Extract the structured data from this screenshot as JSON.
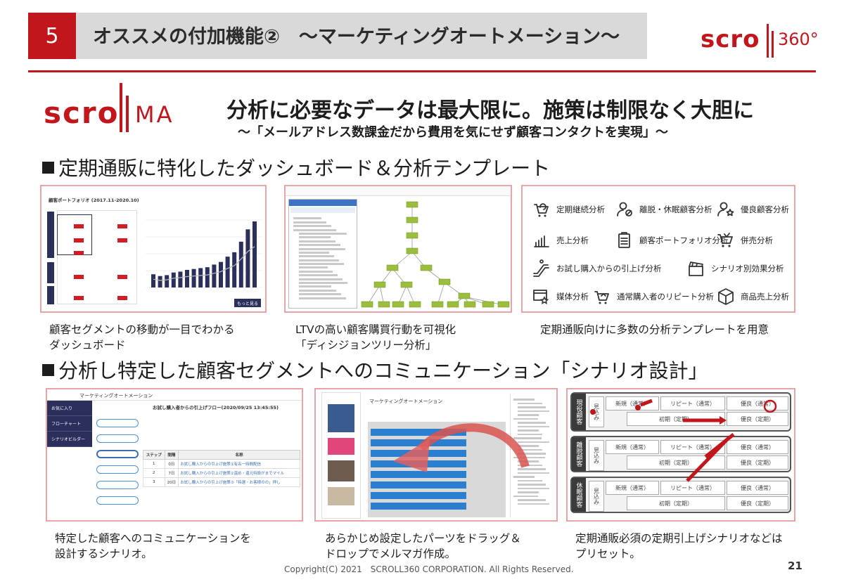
{
  "header": {
    "section_number": "5",
    "title": "オススメの付加機能②　～マーケティングオートメーション～",
    "logo_word": "scro",
    "logo_suffix": "360°"
  },
  "product_logo": {
    "word": "scro",
    "suffix": "MA"
  },
  "headline": "分析に必要なデータは最大限に。施策は制限なく大胆に",
  "subheadline": "～「メールアドレス数課金だから費用を気にせず顧客コンタクトを実現」～",
  "section1": {
    "title": "定期通販に特化したダッシュボード＆分析テンプレート",
    "panels": [
      {
        "dashboard_title": "顧客ポートフォリオ (2017.11-2020.10)",
        "button": "もっと見る",
        "caption_line1": "顧客セグメントの移動が一目でわかる",
        "caption_line2": "ダッシュボード",
        "bars": [
          30,
          26,
          28,
          34,
          36,
          40,
          42,
          44,
          46,
          52,
          58,
          70,
          80,
          104,
          132,
          150
        ]
      },
      {
        "caption_line1": "LTVの高い顧客購買行動を可視化",
        "caption_line2": "「ディシジョンツリー分析」"
      },
      {
        "caption_line1": "定期通販向けに多数の分析テンプレートを用意",
        "features": [
          {
            "icon": "cart-cycle-icon",
            "label": "定期継続分析"
          },
          {
            "icon": "user-leave-icon",
            "label": "離脱・休眠顧客分析"
          },
          {
            "icon": "user-star-icon",
            "label": "優良顧客分析"
          },
          {
            "icon": "bar-chart-icon",
            "label": "売上分析"
          },
          {
            "icon": "clipboard-icon",
            "label": "顧客ポートフォリオ分析"
          },
          {
            "icon": "cart-icon",
            "label": "併売分析"
          },
          {
            "icon": "escalator-icon",
            "label": "お試し購入からの引上げ分析"
          },
          {
            "icon": "clapper-icon",
            "label": "シナリオ別効果分析"
          },
          {
            "icon": "browser-star-icon",
            "label": "媒体分析"
          },
          {
            "icon": "cart-repeat-icon",
            "label": "通常購入者のリピート分析"
          },
          {
            "icon": "box-icon",
            "label": "商品売上分析"
          }
        ]
      }
    ]
  },
  "section2": {
    "title": "分析し特定した顧客セグメントへのコミュニケーション「シナリオ設計」",
    "panels": [
      {
        "app_title": "マーケティングオートメーション",
        "flow_title": "お試し購入者からの引上げフロー(2020/09/25 13:45:55)",
        "side_items": [
          "お気に入り",
          "フローチャート",
          "シナリオビルダー"
        ],
        "table_headers": [
          "ステップ",
          "間隔",
          "名称"
        ],
        "table_rows": [
          [
            "1",
            "0日",
            "お試し購入からの引上げ施策①有名一時間配信"
          ],
          [
            "2",
            "7日",
            "お試し購入からの引上げ施策②温め・還元特設がまでマイル"
          ],
          [
            "3",
            "20日",
            "お試し購入からの引上げ施策③「特選・お客様のの」押し"
          ]
        ],
        "caption_line1": "特定した顧客へのコミュニケーションを",
        "caption_line2": "設計するシナリオ。"
      },
      {
        "app_title": "マーケティングオートメーション",
        "caption_line1": "あらかじめ設定したパーツをドラッグ＆",
        "caption_line2": "ドロップでメルマガ作成。"
      },
      {
        "rows": [
          {
            "tag": "現役顧客",
            "cells": [
              "見込み",
              "新規（通常）",
              "リピート（通常）",
              "優良（通常）",
              "初期（定期）",
              "優良（定期）"
            ]
          },
          {
            "tag": "離脱顧客",
            "cells": [
              "見込み",
              "新規（通常）",
              "リピート（通常）",
              "優良（通常）",
              "初期（定期）",
              "優良（定期）"
            ]
          },
          {
            "tag": "休眠顧客",
            "cells": [
              "見込み",
              "新規（通常）",
              "リピート（通常）",
              "優良（通常）",
              "初期（定期）",
              "優良（定期）"
            ]
          }
        ],
        "caption_line1": "定期通販必須の定期引上げシナリオなどは",
        "caption_line2": "プリセット。"
      }
    ]
  },
  "footer": "Copyright(C) 2021　SCROLL360 CORPORATION. All Rights Reserved.",
  "page_number": "21",
  "colors": {
    "accent": "#c0161c",
    "frame": "#e9a4a5",
    "navy": "#2a2f5b",
    "green": "#9bbf3b",
    "blue": "#2a7fd0"
  }
}
